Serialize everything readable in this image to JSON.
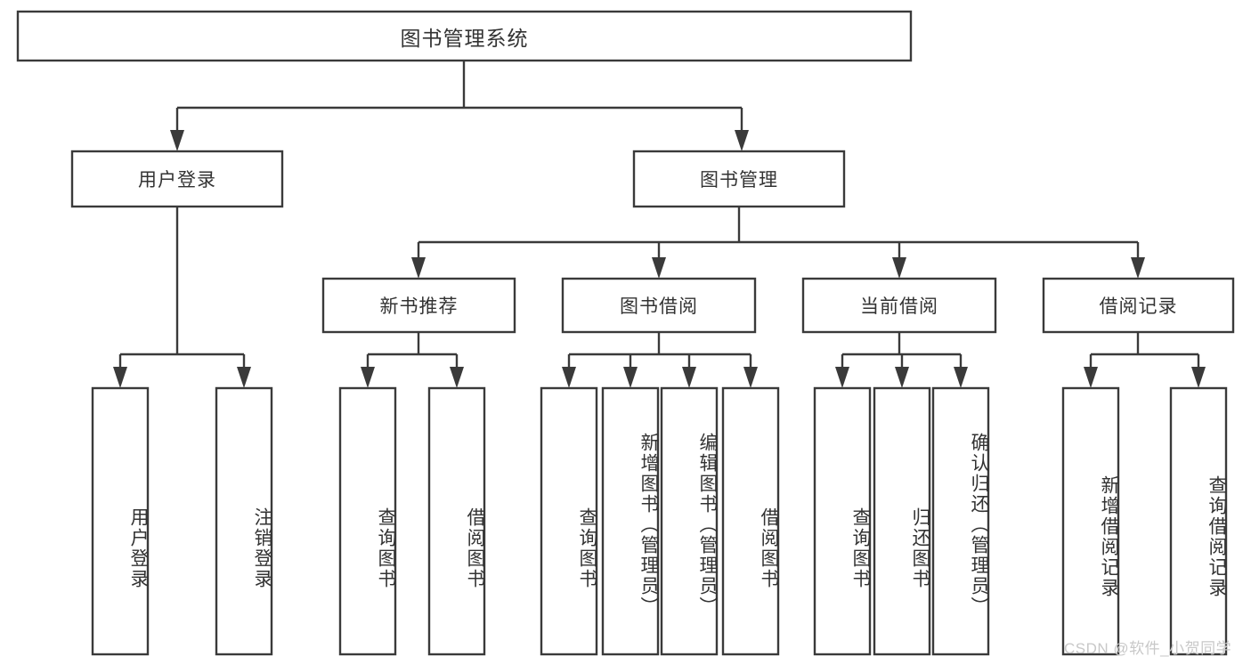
{
  "diagram": {
    "title": "图书管理系统",
    "type": "hierarchy-tree",
    "root": {
      "label": "图书管理系统"
    },
    "level2": [
      {
        "label": "用户登录"
      },
      {
        "label": "图书管理"
      }
    ],
    "level3": [
      {
        "label": "新书推荐"
      },
      {
        "label": "图书借阅"
      },
      {
        "label": "当前借阅"
      },
      {
        "label": "借阅记录"
      }
    ],
    "leaves": {
      "user_login": [
        {
          "label": "用户登录"
        },
        {
          "label": "注销登录"
        }
      ],
      "new_book_recommend": [
        {
          "label": "查询图书"
        },
        {
          "label": "借阅图书"
        }
      ],
      "book_borrow": [
        {
          "label": "查询图书"
        },
        {
          "label": "新增图书（管理员）"
        },
        {
          "label": "编辑图书（管理员）"
        },
        {
          "label": "借阅图书"
        }
      ],
      "current_borrow": [
        {
          "label": "查询图书"
        },
        {
          "label": "归还图书"
        },
        {
          "label": "确认归还（管理员）"
        }
      ],
      "borrow_record": [
        {
          "label": "新增借阅记录"
        },
        {
          "label": "查询借阅记录"
        }
      ]
    }
  },
  "watermark": {
    "text": "CSDN @软件_小贺同学"
  },
  "colors": {
    "box_stroke": "#3a3a3a",
    "box_fill": "#ffffff",
    "text": "#333333",
    "watermark": "#c8c8c8",
    "background": "#ffffff"
  }
}
